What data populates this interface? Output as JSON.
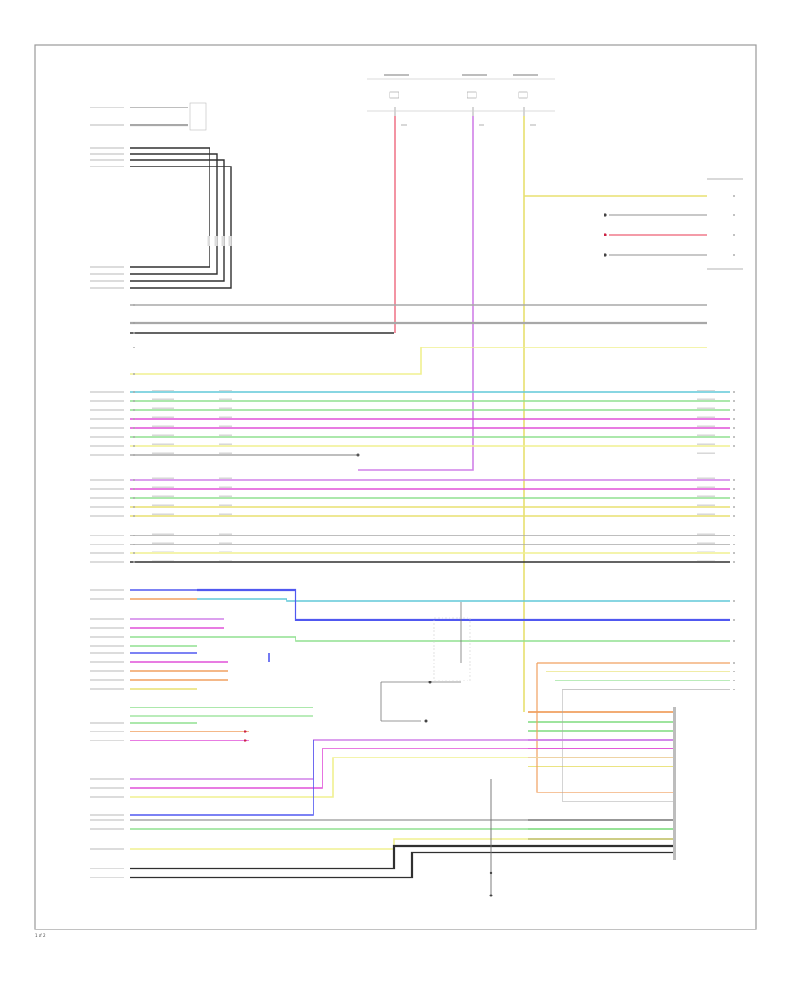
{
  "footer_label": "1 of 2",
  "colors": {
    "red": "#f07a8c",
    "violet": "#d080e8",
    "yellow_green": "#e8e070",
    "grey": "#a8a8a8",
    "black": "#303030",
    "blue": "#5058f0",
    "cyan": "#60c8d8",
    "green": "#90e090",
    "orange": "#f0a060",
    "magenta": "#e050d8",
    "pale_yellow": "#f0f090"
  },
  "wires": {
    "fuses_top": [
      "red",
      "violet",
      "yellow_green"
    ],
    "left_group_a": [
      "grey",
      "grey"
    ],
    "left_group_b": [
      "black",
      "black",
      "black",
      "black"
    ],
    "bus_upper": [
      "grey",
      "black",
      "pale_yellow"
    ],
    "bus_main": [
      "cyan",
      "green",
      "green",
      "magenta",
      "magenta",
      "green",
      "pale_yellow",
      "grey"
    ],
    "bus_mid": [
      "violet",
      "magenta",
      "green",
      "yellow_green",
      "yellow_green"
    ],
    "bus_lower": [
      "grey",
      "grey",
      "pale_yellow",
      "black"
    ],
    "bus_bottom_left": [
      "blue",
      "orange",
      "violet",
      "magenta",
      "green",
      "green",
      "blue",
      "magenta",
      "orange",
      "orange",
      "yellow_green",
      "green",
      "orange",
      "magenta"
    ],
    "bus_bottom_right": [
      "orange",
      "green",
      "green",
      "violet",
      "magenta",
      "magenta",
      "yellow_green",
      "black",
      "green",
      "black",
      "black"
    ]
  }
}
